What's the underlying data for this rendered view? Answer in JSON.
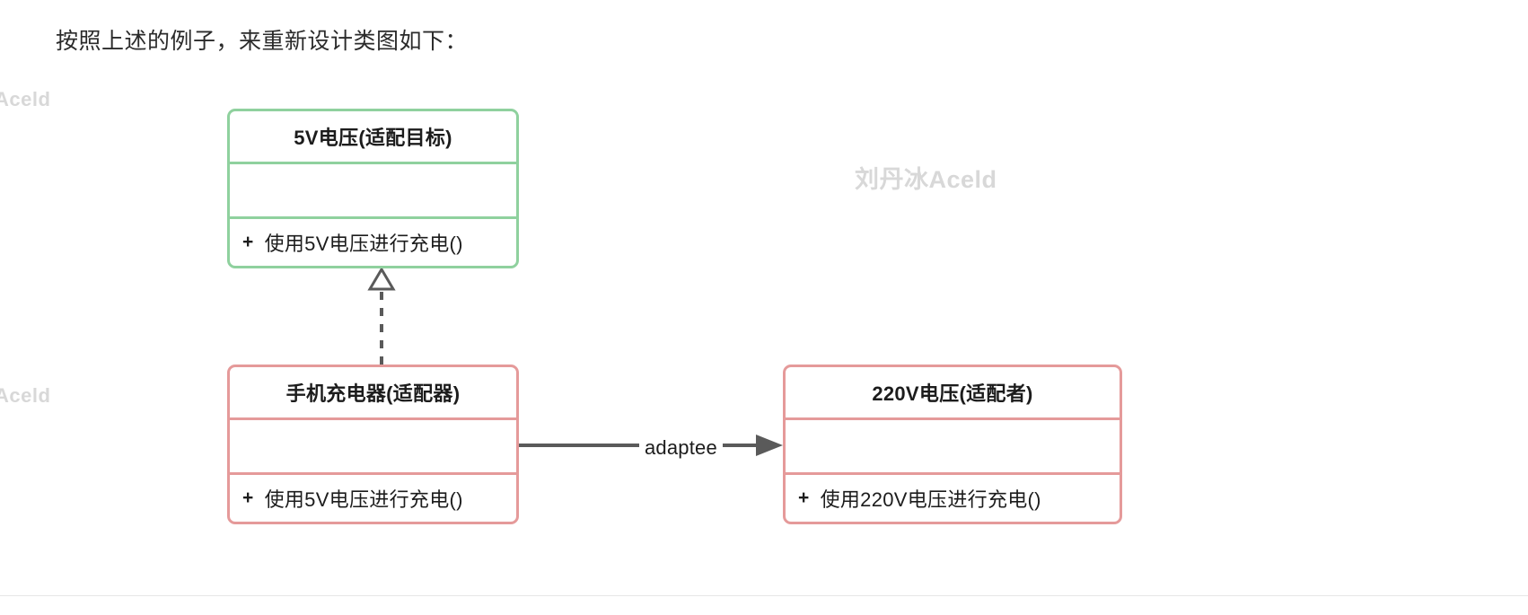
{
  "page": {
    "heading": "按照上述的例子，来重新设计类图如下："
  },
  "watermarks": {
    "main": "刘丹冰Aceld",
    "edge_1": "Aceld",
    "edge_2": "Aceld",
    "color": "#d8d8d8"
  },
  "diagram": {
    "type": "uml-class-diagram",
    "classes": [
      {
        "id": "target",
        "title": "5V电压(适配目标)",
        "role": "target-interface",
        "accent_color": "#8fd19e",
        "attributes": [],
        "methods": [
          {
            "visibility": "+",
            "signature": "使用5V电压进行充电()"
          }
        ]
      },
      {
        "id": "adapter",
        "title": "手机充电器(适配器)",
        "role": "adapter",
        "accent_color": "#e59a9a",
        "attributes": [],
        "methods": [
          {
            "visibility": "+",
            "signature": "使用5V电压进行充电()"
          }
        ]
      },
      {
        "id": "adaptee",
        "title": "220V电压(适配者)",
        "role": "adaptee",
        "accent_color": "#e59a9a",
        "attributes": [],
        "methods": [
          {
            "visibility": "+",
            "signature": "使用220V电压进行充电()"
          }
        ]
      }
    ],
    "relationships": [
      {
        "id": "realization",
        "from": "adapter",
        "to": "target",
        "kind": "realization",
        "line": "dashed",
        "arrowhead": "hollow-triangle",
        "label": "",
        "color": "#5a5a5a"
      },
      {
        "id": "association",
        "from": "adapter",
        "to": "adaptee",
        "kind": "association",
        "line": "solid",
        "arrowhead": "filled-arrow",
        "label": "adaptee",
        "color": "#5a5a5a"
      }
    ]
  }
}
